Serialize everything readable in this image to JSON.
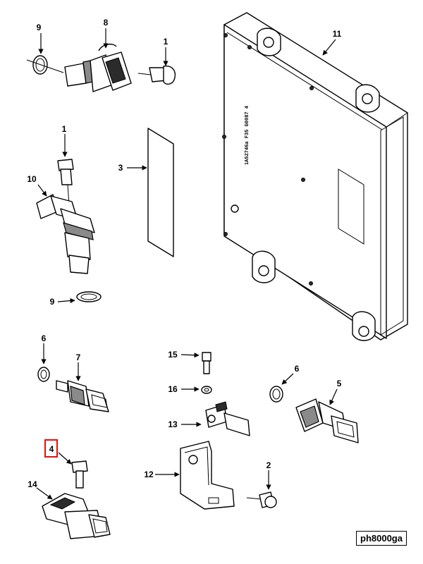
{
  "figure_code": "ph8000ga",
  "highlighted_callout": "4",
  "callouts": {
    "c9a": "9",
    "c8": "8",
    "c1a": "1",
    "c11": "11",
    "c1b": "1",
    "c10": "10",
    "c3": "3",
    "c9b": "9",
    "c6a": "6",
    "c7": "7",
    "c15": "15",
    "c16": "16",
    "c6b": "6",
    "c5": "5",
    "c13": "13",
    "c4": "4",
    "c12": "12",
    "c2": "2",
    "c14": "14"
  },
  "ecm_label_text": "1A52746a  F35 G0087 4"
}
